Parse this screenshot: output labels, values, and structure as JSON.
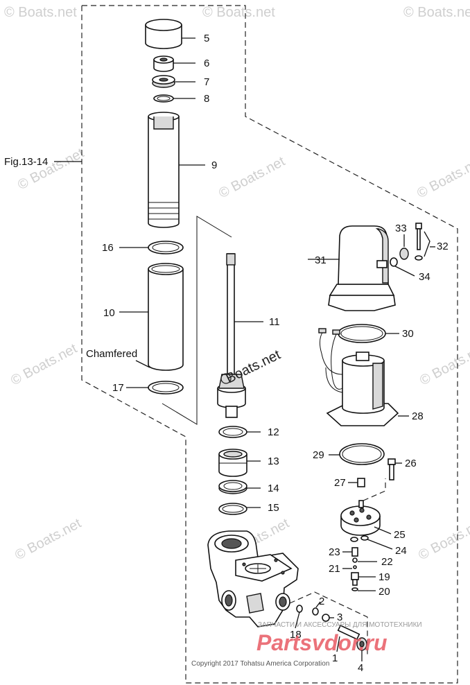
{
  "watermark_text": "© Boats.net",
  "figure_ref": "Fig.13-14",
  "chamfered_label": "Chamfered",
  "center_watermark": "Boats.net",
  "copyright": "Copyright 2017 Tohatsu America Corporation",
  "shop_banner": "ЗАПЧАСТИ И АКСЕССУАРЫ ДЛЯ МОТОТЕХНИКИ",
  "shop_logo": "Partsvdor.ru",
  "parts": [
    "1",
    "2",
    "3",
    "4",
    "5",
    "6",
    "7",
    "8",
    "9",
    "10",
    "11",
    "12",
    "13",
    "14",
    "15",
    "16",
    "17",
    "18",
    "19",
    "20",
    "21",
    "22",
    "23",
    "24",
    "25",
    "26",
    "27",
    "28",
    "29",
    "30",
    "31",
    "32",
    "33",
    "34"
  ]
}
